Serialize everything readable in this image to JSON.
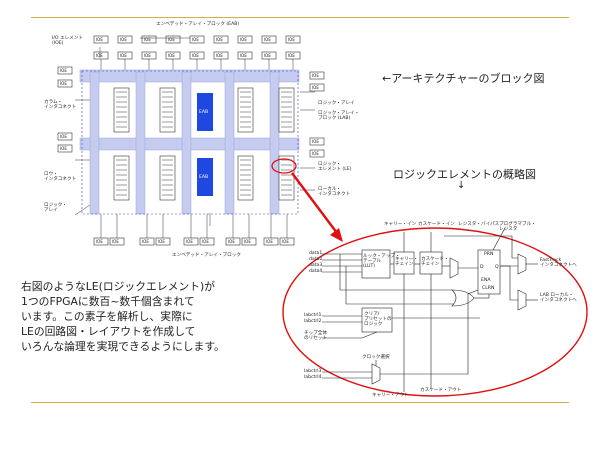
{
  "architecture": {
    "top_label": "エンベデッド・アレイ・ブロック (EAB)",
    "bottom_label": "エンベデッド・アレイ・ブロック",
    "io_label_line1": "I/O エレメント",
    "io_label_line2": "(IOE)",
    "column_interconnect_line1": "カラム・",
    "column_interconnect_line2": "インタコネクト",
    "row_interconnect_line1": "ロウ・",
    "row_interconnect_line2": "インタコネクト",
    "logic_array_left_line1": "ロジック・",
    "logic_array_left_line2": "アレイ",
    "logic_array_right": "ロジック・アレイ",
    "lab_line1": "ロジック・アレイ・",
    "lab_line2": "ブロック (LAB)",
    "le_line1": "ロジック・",
    "le_line2": "エレメント (LE)",
    "local_line1": "ローカル・",
    "local_line2": "インタコネクト",
    "ioe_box": "IOE",
    "eab_box": "EAB"
  },
  "arch_caption": "←アーキテクチャーのブロック図",
  "le_caption": "ロジックエレメントの概略図",
  "le_arrow": "↓",
  "le_diagram": {
    "carry_in": "キャリー・イン",
    "cascade_in": "カスケード・イン",
    "register_bypass": "レジスタ・バイパス",
    "programmable_register_line1": "プログラマブル・",
    "programmable_register_line2": "レジスタ",
    "data1": "data1",
    "data2": "data2",
    "data3": "data3",
    "data4": "data4",
    "lut_line1": "ルック・アップ・",
    "lut_line2": "テーブル",
    "lut_line3": "(LUT)",
    "carry_chain_line1": "キャリー・",
    "carry_chain_line2": "チェイン",
    "cascade_chain_line1": "カスケード・",
    "cascade_chain_line2": "チェイン",
    "prn": "PRN",
    "d": "D",
    "q": "Q",
    "ena": "ENA",
    "clrn": "CLRN",
    "fasttrack_line1": "FastTrack",
    "fasttrack_line2": "インタコネクトへ",
    "lab_local_line1": "LAB ローカル・",
    "lab_local_line2": "インタコネクトへ",
    "labctrl1": "labctrl1",
    "labctrl2": "labctrl2",
    "clear_preset_line1": "クリア/",
    "clear_preset_line2": "プリセットの",
    "clear_preset_line3": "ロジック",
    "chip_reset_line1": "チップ全体",
    "chip_reset_line2": "のリセット",
    "clock_select": "クロック選択",
    "labctrl3": "labctrl3",
    "labctrl4": "labctrl4",
    "carry_out": "キャリー・アウト",
    "cascade_out": "カスケード・アウト"
  },
  "body_text": [
    "右図のようなLE(ロジックエレメント)が",
    "1つのFPGAに数百~数千個含まれて",
    "います。この素子を解析し、実際に",
    "LEの回路図・レイアウトを作成して",
    "いろんな論理を実現できるようにします。"
  ],
  "colors": {
    "rule": "#d4b04a",
    "interconnect": "#c5ccf0",
    "eab": "#1f48e0",
    "highlight": "#e01010"
  }
}
